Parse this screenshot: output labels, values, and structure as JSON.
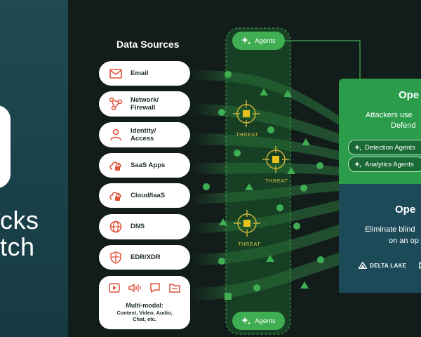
{
  "brand": {
    "line1": "cks",
    "line2": "tch"
  },
  "data_sources": {
    "title": "Data Sources",
    "items": [
      {
        "label": "Email",
        "icon": "envelope-icon"
      },
      {
        "label": "Network/\nFirewall",
        "icon": "network-icon"
      },
      {
        "label": "Identity/\nAccess",
        "icon": "user-icon"
      },
      {
        "label": "SaaS Apps",
        "icon": "cloud-lock-icon"
      },
      {
        "label": "Cloud/IaaS",
        "icon": "cloud-lock-icon"
      },
      {
        "label": "DNS",
        "icon": "globe-icon"
      },
      {
        "label": "EDR/XDR",
        "icon": "shield-icon"
      }
    ],
    "multimodal": {
      "title": "Multi-modal:",
      "subtitle": "Context, Video, Audio,\nChat, etc.",
      "icons": [
        "video-icon",
        "audio-icon",
        "chat-icon",
        "folder-icon"
      ]
    }
  },
  "agents": {
    "top_label": "Agents",
    "bottom_label": "Agents"
  },
  "threats": [
    "THREAT",
    "THREAT",
    "THREAT"
  ],
  "top_card": {
    "title": "Ope",
    "line1": "Attackers use",
    "line2": "Defend",
    "chips": [
      "Detection Agents",
      "Analytics Agents"
    ]
  },
  "bottom_card": {
    "title": "Ope",
    "line1": "Eliminate blind",
    "line2": "on an op",
    "logo": "DELTA LAKE"
  },
  "colors": {
    "green": "#3fae52",
    "threat_yellow": "#e8c21c",
    "card_green": "#2a9c4a",
    "card_blue": "#1d4a59"
  }
}
